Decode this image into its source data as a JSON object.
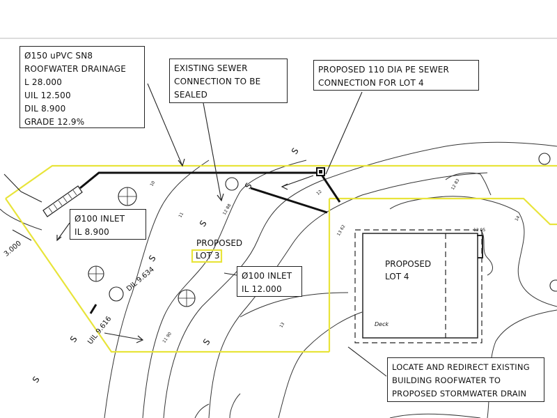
{
  "notes": {
    "roofwater": [
      "Ø150 uPVC SN8",
      "ROOFWATER DRAINAGE",
      "L  28.000",
      "UIL 12.500",
      "DIL 8.900",
      "GRADE 12.9%"
    ],
    "existing_sewer": [
      "EXISTING SEWER",
      "CONNECTION TO BE",
      "SEALED"
    ],
    "proposed_sewer": [
      "PROPOSED 110 DIA PE SEWER",
      "CONNECTION FOR LOT 4"
    ],
    "inlet_left": [
      "Ø100 INLET",
      "IL 8.900"
    ],
    "inlet_right": [
      "Ø100 INLET",
      "IL 12.000"
    ],
    "locate": [
      "LOCATE AND REDIRECT EXISTING",
      "BUILDING ROOFWATER TO",
      "PROPOSED STORMWATER DRAIN"
    ]
  },
  "labels": {
    "proposed": "PROPOSED",
    "lot3": "LOT 3",
    "proposed_lot4": [
      "PROPOSED",
      "LOT 4"
    ],
    "deck": "Deck",
    "dimension": "3.000",
    "dil": "DIL 9.634",
    "uil": "UIL 9.616",
    "sewer_mark": "S",
    "contours": [
      "10",
      "11",
      "12",
      "13",
      "14",
      "11 90",
      "12 83",
      "12 95",
      "13 62",
      "12 88"
    ]
  },
  "colors": {
    "lot_boundary": "#e8e43a",
    "linework": "#222222",
    "pipe": "#111111"
  }
}
